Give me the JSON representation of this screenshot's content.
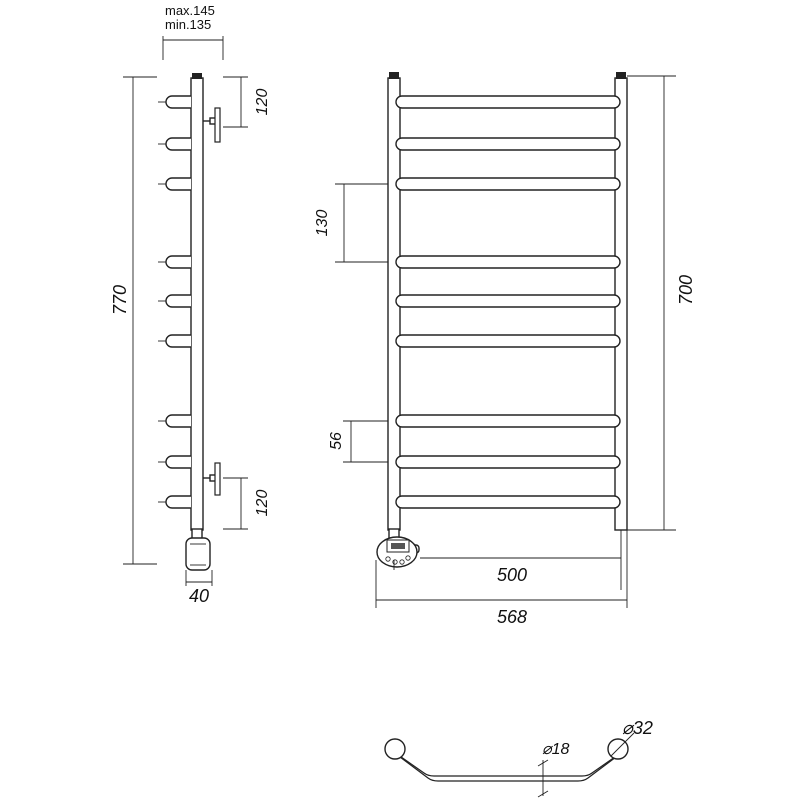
{
  "side_view": {
    "mount_max": "max.145",
    "mount_min": "min.135",
    "height_total": "770",
    "top_bracket_offset": "120",
    "bottom_bracket_offset": "120",
    "heater_width": "40"
  },
  "front_view": {
    "bar_spacing_large": "130",
    "bar_spacing_small": "56",
    "height_axis": "700",
    "width_axis": "500",
    "width_total": "568"
  },
  "profile_view": {
    "rail_diameter": "⌀32",
    "bar_diameter": "⌀18"
  }
}
